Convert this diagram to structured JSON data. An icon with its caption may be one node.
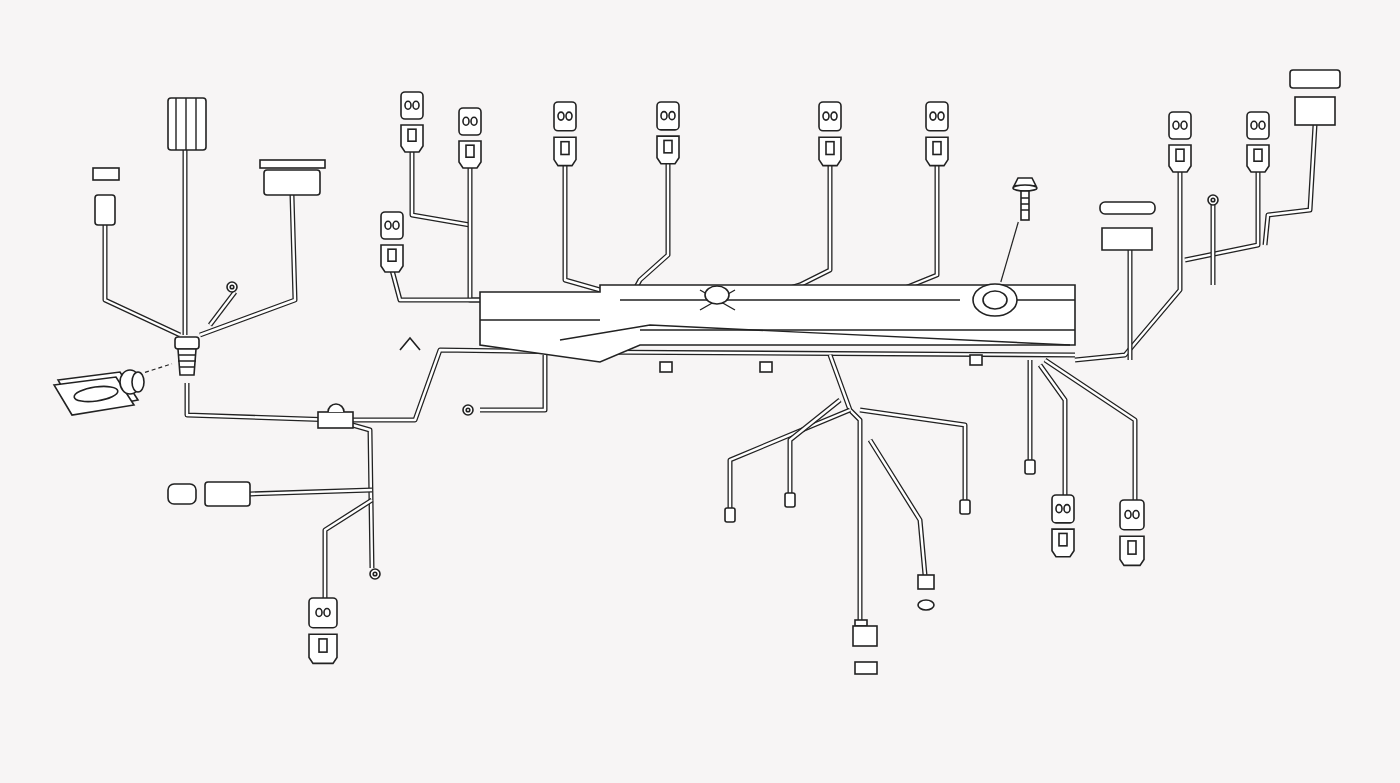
{
  "diagram": {
    "nodes": [
      {
        "text": [],
        "shape": "picture"
      },
      {
        "text": [],
        "shape": "picture"
      },
      {
        "text": [],
        "shape": "picture"
      },
      {
        "text": [],
        "shape": "picture"
      }
    ],
    "edges": [
      {
        "from": 0,
        "to": 1,
        "arrow": "none",
        "style": "dashed"
      },
      {
        "from": 2,
        "to": 3,
        "arrow": "none"
      }
    ]
  }
}
